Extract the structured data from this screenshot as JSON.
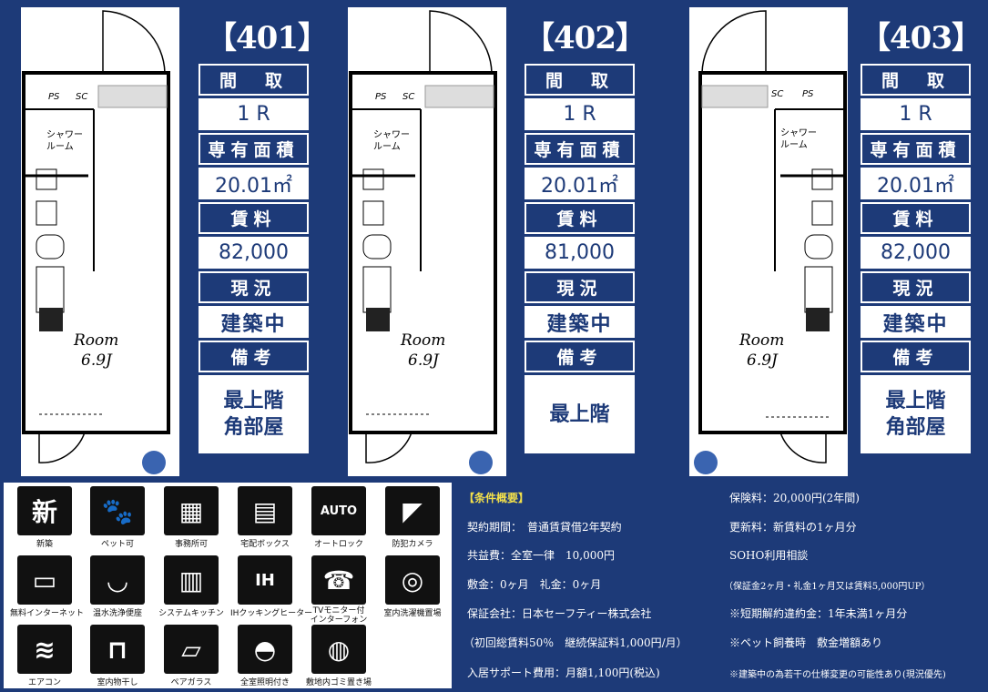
{
  "units": [
    {
      "number": "【401】",
      "madori_label": "間　取",
      "madori": "1 R",
      "area_label": "専有面積",
      "area": "20.01㎡",
      "rent_label": "賃料",
      "rent": "82,000",
      "status_label": "現況",
      "status": "建築中",
      "note_label": "備考",
      "note": "最上階\n角部屋",
      "room_label": "Room",
      "room_size": "6.9J",
      "shower": "シャワー\nルーム",
      "ps": "PS",
      "sc": "SC"
    },
    {
      "number": "【402】",
      "madori_label": "間　取",
      "madori": "1 R",
      "area_label": "専有面積",
      "area": "20.01㎡",
      "rent_label": "賃料",
      "rent": "81,000",
      "status_label": "現況",
      "status": "建築中",
      "note_label": "備考",
      "note": "最上階",
      "room_label": "Room",
      "room_size": "6.9J",
      "shower": "シャワー\nルーム",
      "ps": "PS",
      "sc": "SC"
    },
    {
      "number": "【403】",
      "madori_label": "間　取",
      "madori": "1 R",
      "area_label": "専有面積",
      "area": "20.01㎡",
      "rent_label": "賃料",
      "rent": "82,000",
      "status_label": "現況",
      "status": "建築中",
      "note_label": "備考",
      "note": "最上階\n角部屋",
      "room_label": "Room",
      "room_size": "6.9J",
      "shower": "シャワー\nルーム",
      "ps": "PS",
      "sc": "SC"
    }
  ],
  "amenities": [
    {
      "glyph": "新",
      "label": "新築"
    },
    {
      "glyph": "🐾",
      "label": "ペット可"
    },
    {
      "glyph": "▦",
      "label": "事務所可"
    },
    {
      "glyph": "▤",
      "label": "宅配ボックス"
    },
    {
      "glyph": "AUTO",
      "label": "オートロック"
    },
    {
      "glyph": "◤",
      "label": "防犯カメラ"
    },
    {
      "glyph": "▭",
      "label": "無料インターネット"
    },
    {
      "glyph": "◡",
      "label": "温水洗浄便座"
    },
    {
      "glyph": "▥",
      "label": "システムキッチン"
    },
    {
      "glyph": "IH",
      "label": "IHクッキングヒーター"
    },
    {
      "glyph": "☎",
      "label": "TVモニター付\nインターフォン"
    },
    {
      "glyph": "◎",
      "label": "室内洗濯機置場"
    },
    {
      "glyph": "≋",
      "label": "エアコン"
    },
    {
      "glyph": "⊓",
      "label": "室内物干し"
    },
    {
      "glyph": "▱",
      "label": "ペアガラス"
    },
    {
      "glyph": "◓",
      "label": "全室照明付き"
    },
    {
      "glyph": "◍",
      "label": "敷地内ゴミ置き場"
    }
  ],
  "terms": {
    "heading": "【条件概要】",
    "contract": "契約期間：　普通賃貸借2年契約",
    "common": "共益費：全室一律　10,000円",
    "deposit": "敷金：0ヶ月　礼金：0ヶ月",
    "guarantor": "保証会社：日本セーフティー株式会社",
    "guarantor_fee": "（初回総賃料50％　継続保証料1,000円/月）",
    "support": "入居サポート費用：月額1,100円(税込)",
    "insurance": "保険料：20,000円(2年間)",
    "renewal": "更新料：新賃料の1ヶ月分",
    "soho": "SOHO利用相談",
    "pet_deposit": "（保証金2ヶ月・礼金1ヶ月又は賃料5,000円UP）",
    "penalty": "※短期解約違約金：1年未満1ヶ月分",
    "pet_note": "※ペット飼養時　敷金増額あり",
    "spec_note": "※建築中の為若干の仕様変更の可能性あり(現況優先)"
  }
}
